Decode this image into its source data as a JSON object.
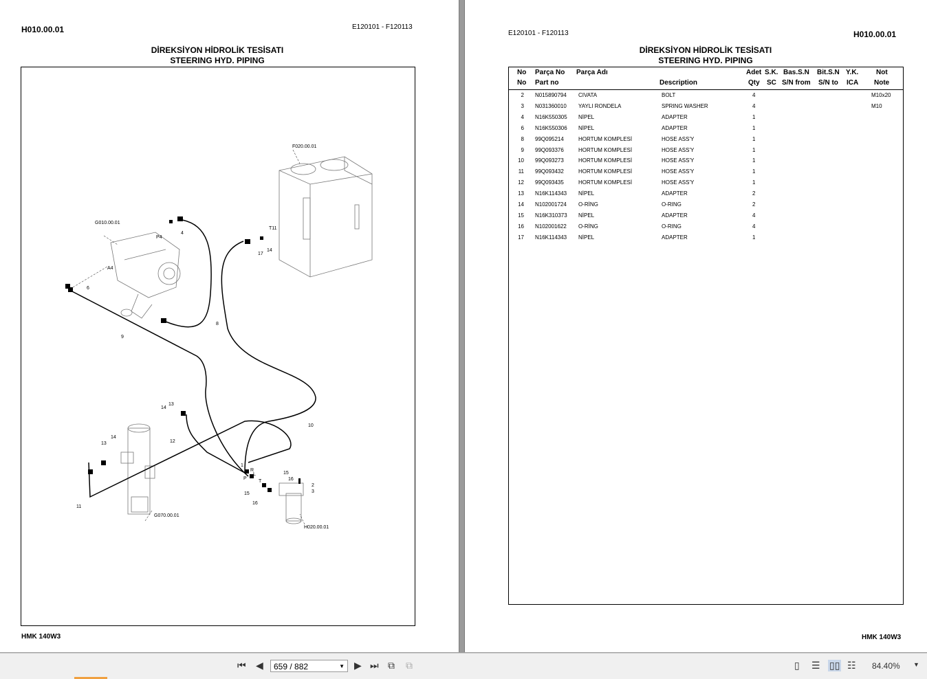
{
  "left_page": {
    "doc_code": "H010.00.01",
    "serial_range": "E120101 - F120113",
    "title_tr": "DİREKSİYON HİDROLİK TESİSATI",
    "title_en": "STEERING HYD. PIPING",
    "footer_model": "HMK 140W3",
    "drawing_labels": {
      "ref_tank": "F020.00.01",
      "ref_pump": "G010.00.01",
      "ref_valve": "G070.00.01",
      "ref_orbit": "H020.00.01",
      "n2": "2",
      "n3": "3",
      "n4": "4",
      "n6": "6",
      "n8": "8",
      "n9": "9",
      "n10": "10",
      "n11": "11",
      "n12": "12",
      "n13a": "13",
      "n13b": "13",
      "n14a": "14",
      "n14b": "14",
      "n14c": "14",
      "n15a": "15",
      "n15b": "15",
      "n16a": "16",
      "n16b": "16",
      "n17": "17",
      "t11": "T11",
      "p4": "P4",
      "a4": "A4",
      "r": "R",
      "l": "L",
      "p": "P",
      "t": "T",
      "n1": "1"
    }
  },
  "right_page": {
    "doc_code": "H010.00.01",
    "serial_range": "E120101 - F120113",
    "title_tr": "DİREKSİYON HİDROLİK TESİSATI",
    "title_en": "STEERING HYD. PIPING",
    "footer_model": "HMK 140W3",
    "headers": {
      "no_tr": "No",
      "no_en": "No",
      "part_tr": "Parça No",
      "part_en": "Part no",
      "name_tr": "Parça Adı",
      "desc_en": "Description",
      "qty_tr": "Adet",
      "qty_en": "Qty",
      "sk_tr": "S.K.",
      "sk_en": "SC",
      "bas_tr": "Bas.S.N",
      "bas_en": "S/N from",
      "bit_tr": "Bit.S.N",
      "bit_en": "S/N to",
      "yk_tr": "Y.K.",
      "yk_en": "ICA",
      "not_tr": "Not",
      "not_en": "Note"
    },
    "rows": [
      {
        "no": "2",
        "part": "N015890794",
        "name": "CIVATA",
        "desc": "BOLT",
        "qty": "4",
        "note": "M10x20"
      },
      {
        "no": "3",
        "part": "N031360010",
        "name": "YAYLI RONDELA",
        "desc": "SPRING WASHER",
        "qty": "4",
        "note": "M10"
      },
      {
        "no": "4",
        "part": "N16K550305",
        "name": "NİPEL",
        "desc": "ADAPTER",
        "qty": "1",
        "note": ""
      },
      {
        "no": "6",
        "part": "N16K550306",
        "name": "NİPEL",
        "desc": "ADAPTER",
        "qty": "1",
        "note": ""
      },
      {
        "no": "8",
        "part": "99Q095214",
        "name": "HORTUM KOMPLESİ",
        "desc": "HOSE ASS'Y",
        "qty": "1",
        "note": ""
      },
      {
        "no": "9",
        "part": "99Q093376",
        "name": "HORTUM KOMPLESİ",
        "desc": "HOSE ASS'Y",
        "qty": "1",
        "note": ""
      },
      {
        "no": "10",
        "part": "99Q093273",
        "name": "HORTUM KOMPLESİ",
        "desc": "HOSE ASS'Y",
        "qty": "1",
        "note": ""
      },
      {
        "no": "11",
        "part": "99Q093432",
        "name": "HORTUM KOMPLESİ",
        "desc": "HOSE ASS'Y",
        "qty": "1",
        "note": ""
      },
      {
        "no": "12",
        "part": "99Q093435",
        "name": "HORTUM KOMPLESİ",
        "desc": "HOSE ASS'Y",
        "qty": "1",
        "note": ""
      },
      {
        "no": "13",
        "part": "N16K114343",
        "name": "NİPEL",
        "desc": "ADAPTER",
        "qty": "2",
        "note": ""
      },
      {
        "no": "14",
        "part": "N102001724",
        "name": "O-RİNG",
        "desc": "O-RING",
        "qty": "2",
        "note": ""
      },
      {
        "no": "15",
        "part": "N16K310373",
        "name": "NİPEL",
        "desc": "ADAPTER",
        "qty": "4",
        "note": ""
      },
      {
        "no": "16",
        "part": "N102001622",
        "name": "O-RİNG",
        "desc": "O-RING",
        "qty": "4",
        "note": ""
      },
      {
        "no": "17",
        "part": "N16K114343",
        "name": "NİPEL",
        "desc": "ADAPTER",
        "qty": "1",
        "note": ""
      }
    ]
  },
  "toolbar": {
    "page_indicator": "659 / 882",
    "zoom": "84.40%",
    "icons": [
      "first-page-icon",
      "prev-page-icon",
      "next-page-icon",
      "last-page-icon",
      "fit-page-icon",
      "fit-width-icon",
      "single-page-icon",
      "continuous-icon",
      "two-page-icon",
      "two-page-continuous-icon"
    ]
  }
}
